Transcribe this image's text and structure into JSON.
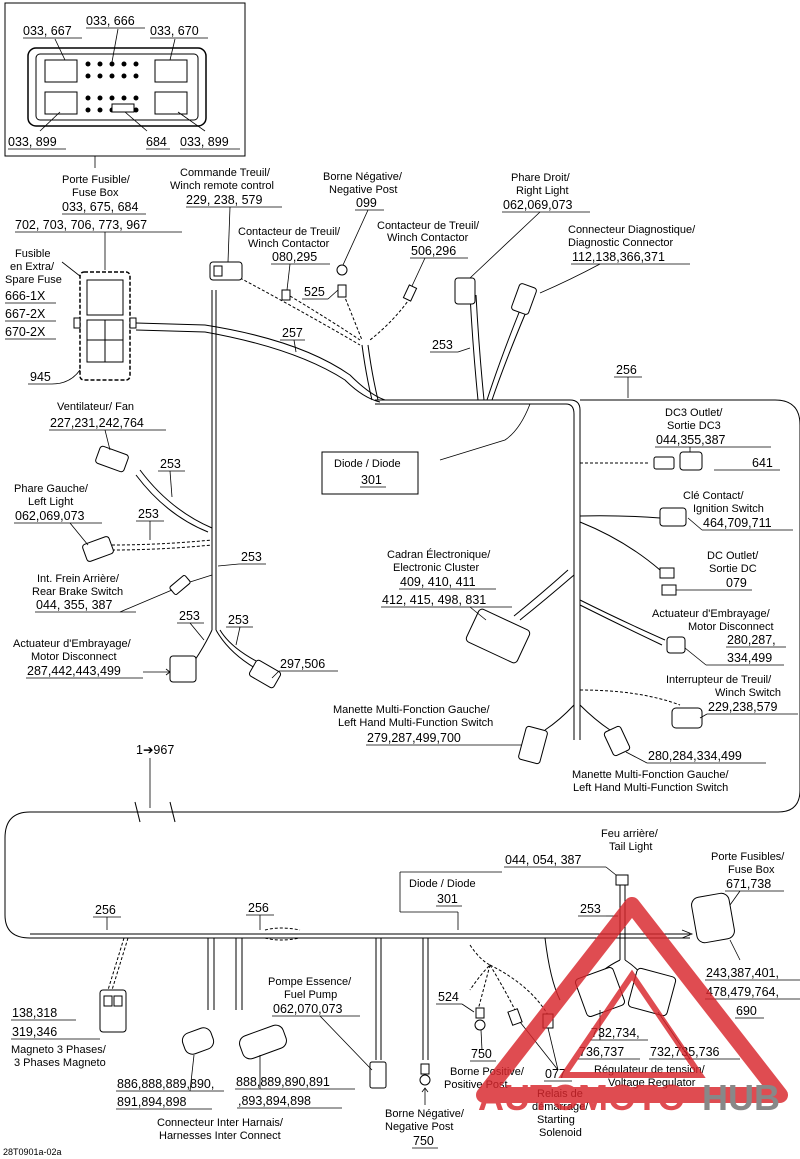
{
  "fuse_box_detail": {
    "top_left": "033, 667",
    "top_mid": "033, 666",
    "top_right": "033, 670",
    "bottom_left": "033, 899",
    "bottom_mid": "684",
    "bottom_right": "033, 899"
  },
  "fuse_box": {
    "label1": "Porte Fusible/",
    "label2": "Fuse Box",
    "num1": "033, 675, 684",
    "num2": "702, 703, 706, 773, 967",
    "spare1": "Fusible",
    "spare2": "en Extra/",
    "spare3": "Spare Fuse",
    "spare_a": "666-1X",
    "spare_b": "667-2X",
    "spare_c": "670-2X",
    "num3": "945"
  },
  "winch_remote": {
    "l1": "Commande Treuil/",
    "l2": "Winch remote control",
    "num": "229, 238, 579"
  },
  "neg_post_top": {
    "l1": "Borne Négative/",
    "l2": "Negative Post",
    "num": "099"
  },
  "winch_contactor_a": {
    "l1": "Contacteur de Treuil/",
    "l2": "Winch Contactor",
    "num": "080,295"
  },
  "winch_contactor_b": {
    "l1": "Contacteur de Treuil/",
    "l2": "Winch Contactor",
    "num": "506,296"
  },
  "right_light": {
    "l1": "Phare Droit/",
    "l2": "Right Light",
    "num": "062,069,073"
  },
  "diag_connector": {
    "l1": "Connecteur Diagnostique/",
    "l2": "Diagnostic Connector",
    "num": "112,138,366,371"
  },
  "harness_nums": {
    "h257": "257",
    "h525": "525",
    "h253a": "253",
    "h256a": "256",
    "h253b": "253",
    "h253c": "253",
    "h253d": "253",
    "h253e": "253",
    "h253f": "253",
    "h297": "297,506",
    "h967": "1➔967",
    "h256b": "256",
    "h256c": "256",
    "h253g": "253",
    "h524": "524"
  },
  "fan": {
    "l1": "Ventilateur/ Fan",
    "num": "227,231,242,764"
  },
  "left_light": {
    "l1": "Phare Gauche/",
    "l2": "Left Light",
    "num": "062,069,073"
  },
  "rear_brake": {
    "l1": "Int. Frein Arrière/",
    "l2": "Rear Brake Switch",
    "num": "044, 355, 387"
  },
  "motor_disc_left": {
    "l1": "Actuateur d'Embrayage/",
    "l2": "Motor Disconnect",
    "num": "287,442,443,499"
  },
  "diode_top": {
    "l1": "Diode / Diode",
    "num": "301"
  },
  "dc3": {
    "l1": "DC3 Outlet/",
    "l2": "Sortie DC3",
    "num": "044,355,387",
    "num2": "641"
  },
  "ignition": {
    "l1": "Clé Contact/",
    "l2": "Ignition Switch",
    "num": "464,709,711"
  },
  "dc_outlet": {
    "l1": "DC Outlet/",
    "l2": "Sortie DC",
    "num": "079"
  },
  "cluster": {
    "l1": "Cadran Électronique/",
    "l2": "Electronic Cluster",
    "num1": "409, 410, 411",
    "num2": "412, 415, 498, 831"
  },
  "motor_disc_right": {
    "l1": "Actuateur d'Embrayage/",
    "l2": "Motor Disconnect",
    "num1": "280,287,",
    "num2": "334,499"
  },
  "winch_switch": {
    "l1": "Interrupteur de Treuil/",
    "l2": "Winch Switch",
    "num": "229,238,579"
  },
  "lh_switch_a": {
    "l1": "Manette Multi-Fonction Gauche/",
    "l2": "Left Hand Multi-Function Switch",
    "num": "279,287,499,700"
  },
  "lh_switch_b": {
    "l1": "Manette Multi-Fonction Gauche/",
    "l2": "Left Hand Multi-Function Switch",
    "num": "280,284,334,499"
  },
  "tail_light": {
    "l1": "Feu arrière/",
    "l2": "Tail Light",
    "num": "044, 054, 387"
  },
  "diode_bottom": {
    "l1": "Diode / Diode",
    "num": "301"
  },
  "fuse_box_2": {
    "l1": "Porte Fusibles/",
    "l2": "Fuse Box",
    "num": "671,738"
  },
  "fuse_box_2_nums": {
    "n1": "243,387,401,",
    "n2": "478,479,764,",
    "n3": "690"
  },
  "magneto": {
    "num1": "138,318",
    "num2": "319,346",
    "l1": "Magneto 3 Phases/",
    "l2": "3 Phases Magneto"
  },
  "inter_connect": {
    "numA1": "886,888,889,890,",
    "numA2": "891,894,898",
    "numB1": "888,889,890,891",
    "numB2": ",893,894,898",
    "l1": "Connecteur Inter Harnais/",
    "l2": "Harnesses Inter Connect"
  },
  "fuel_pump": {
    "l1": "Pompe Essence/",
    "l2": "Fuel Pump",
    "num": "062,070,073"
  },
  "pos_post": {
    "num": "750",
    "l1": "Borne Positive/",
    "l2": "Positive Post"
  },
  "neg_post_bottom": {
    "l1": "Borne Négative/",
    "l2": "Negative Post",
    "num": "750"
  },
  "starter": {
    "num": "077",
    "l1": "Relais de",
    "l2": "démarrage/",
    "l3": "Starting",
    "l4": "Solenoid"
  },
  "regulators": {
    "numA1": "732,734,",
    "numA2": "736,737",
    "numB": "732,735,736",
    "l1": "Régulateur de tension/",
    "l2": "Voltage Regulator"
  },
  "watermark": {
    "text1": "AUTO",
    "text2": "MOTO",
    "text3": "HUB"
  },
  "figure_code": "28T0901a-02a",
  "colors": {
    "ink": "#000000",
    "paper": "#ffffff",
    "watermark_red": "#d9262c",
    "watermark_grey": "#6e6e6e"
  }
}
